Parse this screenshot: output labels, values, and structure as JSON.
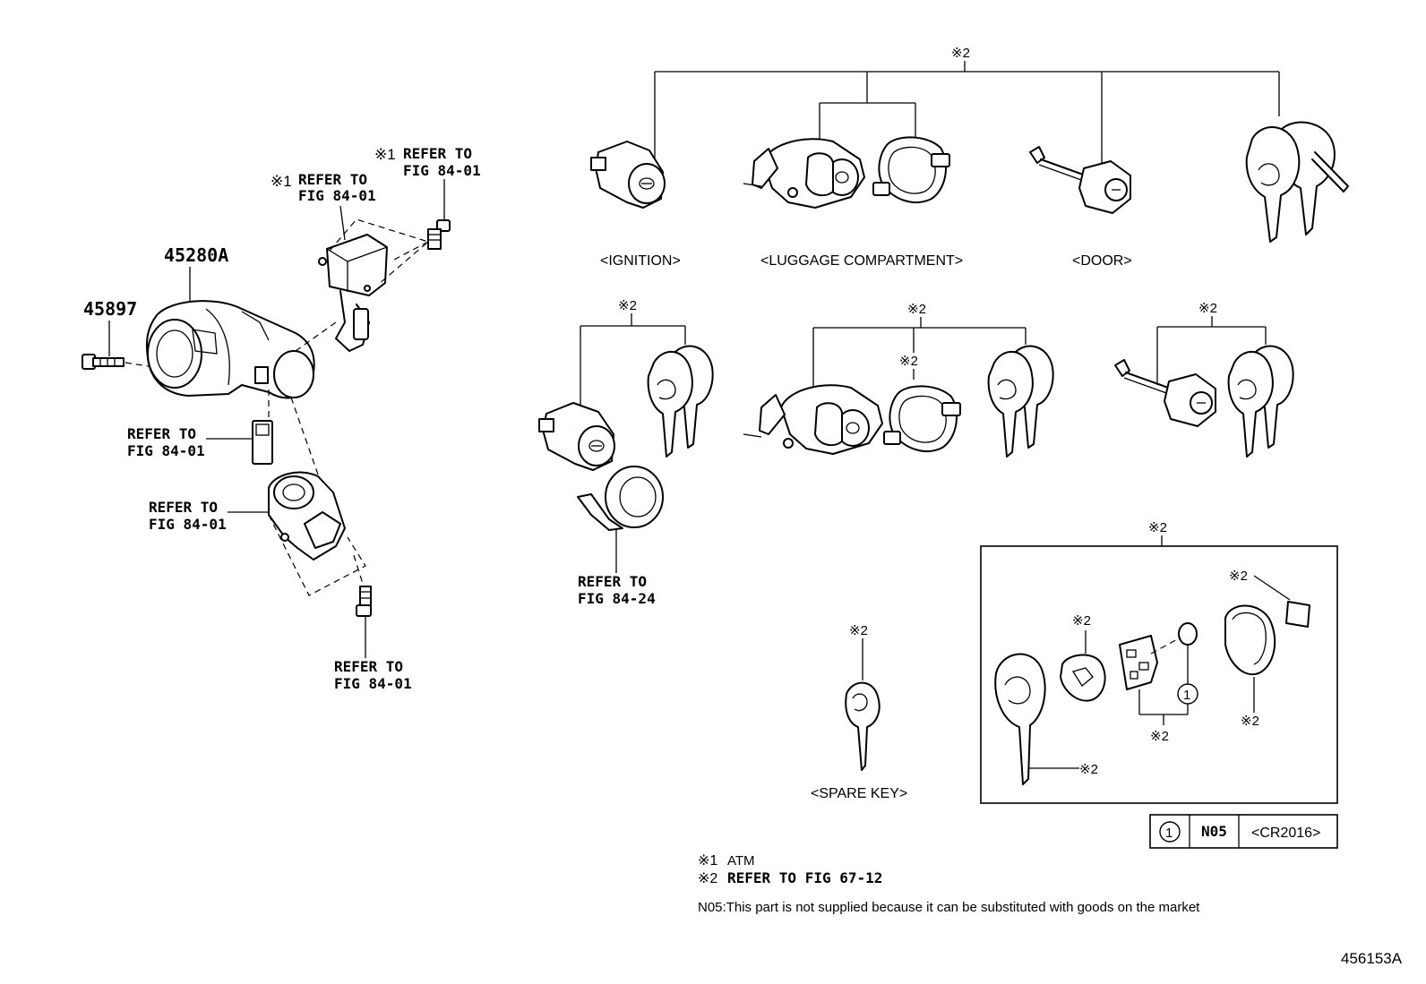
{
  "mark": "※",
  "labels": {
    "part_45280a": "45280A",
    "part_45897": "45897",
    "refer_to": "REFER TO",
    "fig_84_01": "FIG 84-01",
    "fig_84_24": "FIG 84-24",
    "star1": "※1",
    "star2": "※2",
    "ignition": "<IGNITION>",
    "luggage": "<LUGGAGE COMPARTMENT>",
    "door": "<DOOR>",
    "spare_key": "<SPARE KEY>",
    "circle_1": "1"
  },
  "table": {
    "circle": "1",
    "code": "N05",
    "desc": "<CR2016>"
  },
  "notes": {
    "star1_text": "ATM",
    "star2_text": "REFER TO FIG 67-12",
    "n05": "N05:This part is not supplied because it can be substituted with goods on the market"
  },
  "figure_id": "456153A",
  "icons": [
    "ignition-lock-cylinder-icon",
    "ignition-housing-icon",
    "key-icon",
    "transponder-icon",
    "luggage-lock-icon",
    "door-lock-cylinder-icon",
    "battery-icon"
  ]
}
